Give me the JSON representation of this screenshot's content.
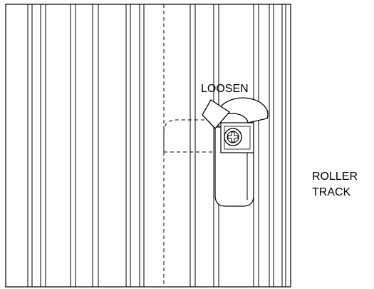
{
  "labels": {
    "action": "LOOSEN",
    "part_line1": "ROLLER",
    "part_line2": "TRACK"
  },
  "colors": {
    "stroke": "#000000",
    "background": "#ffffff"
  }
}
